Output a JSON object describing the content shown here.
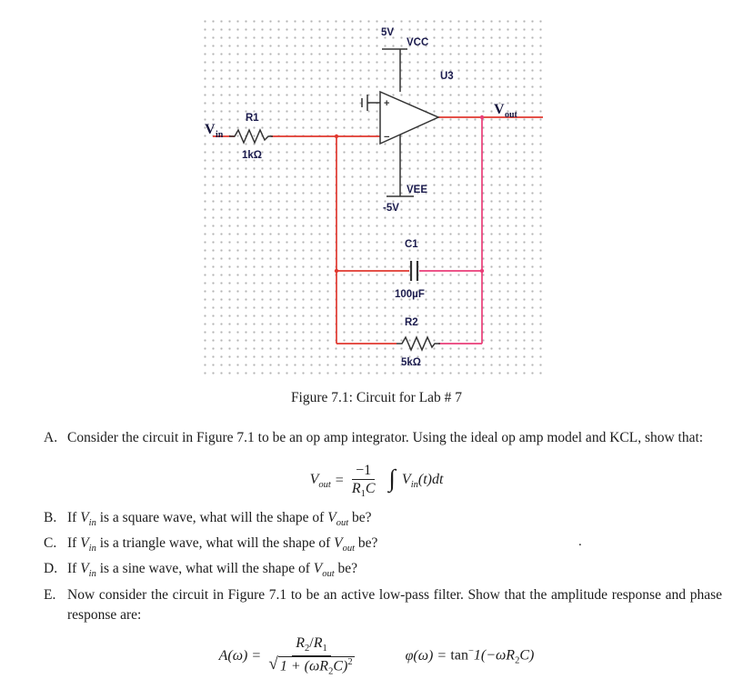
{
  "circuit": {
    "wire_red": "#e0382f",
    "wire_pink": "#ea3d78",
    "supply_pos_value": "5V",
    "supply_pos_label": "VCC",
    "supply_neg_label": "VEE",
    "supply_neg_value": "-5V",
    "opamp_ref": "U3",
    "plus": "+",
    "minus": "−",
    "vin_base": "V",
    "vin_sub": "in",
    "vout_base": "V",
    "vout_sub": "out",
    "r1_ref": "R1",
    "r1_value": "1kΩ",
    "c1_ref": "C1",
    "c1_value": "100µF",
    "r2_ref": "R2",
    "r2_value": "5kΩ"
  },
  "caption": {
    "text": "Figure 7.1: Circuit for Lab # 7"
  },
  "items": {
    "a_label": "A.",
    "a_text": "Consider the circuit in Figure 7.1 to be an op amp integrator. Using the ideal op amp model and KCL, show that:",
    "b_label": "B.",
    "b_pre": "If ",
    "b_mid": " is a square wave, what will the shape of ",
    "b_post": " be?",
    "c_label": "C.",
    "c_pre": "If ",
    "c_mid": " is a triangle wave, what will the shape of ",
    "c_post": " be?",
    "d_label": "D.",
    "d_pre": "If ",
    "d_mid": " is a sine wave, what will the shape of ",
    "d_post": " be?",
    "e_label": "E.",
    "e_text": "Now consider the circuit in Figure 7.1 to be an active low-pass filter. Show that the amplitude response and phase response are:",
    "v_base": "V",
    "v_in_sub": "in",
    "v_out_sub": "out",
    "stray_dot": "."
  },
  "formula1": {
    "lhs_base": "V",
    "lhs_sub": "out",
    "equals": "=",
    "num": "−1",
    "den_r": "R",
    "den_r_sub": "1",
    "den_c": "C",
    "integral": "∫",
    "integrand_base": "V",
    "integrand_sub": "in",
    "integrand_tail": "(t)dt"
  },
  "formula2": {
    "lhs": "A(ω)",
    "equals": "=",
    "num_r2": "R",
    "num_r2_sub": "2",
    "num_slash": "/",
    "num_r1": "R",
    "num_r1_sub": "1",
    "radical": "√",
    "den_open": "1 + (ωR",
    "den_r2_sub": "2",
    "den_close": "C)",
    "den_sup": "2"
  },
  "formula3": {
    "lhs": "φ(ω)",
    "equals": "=",
    "fn": "tan",
    "sup_minus": "−",
    "arg_pre": "1(−ωR",
    "r2_sub": "2",
    "arg_post": "C)"
  }
}
